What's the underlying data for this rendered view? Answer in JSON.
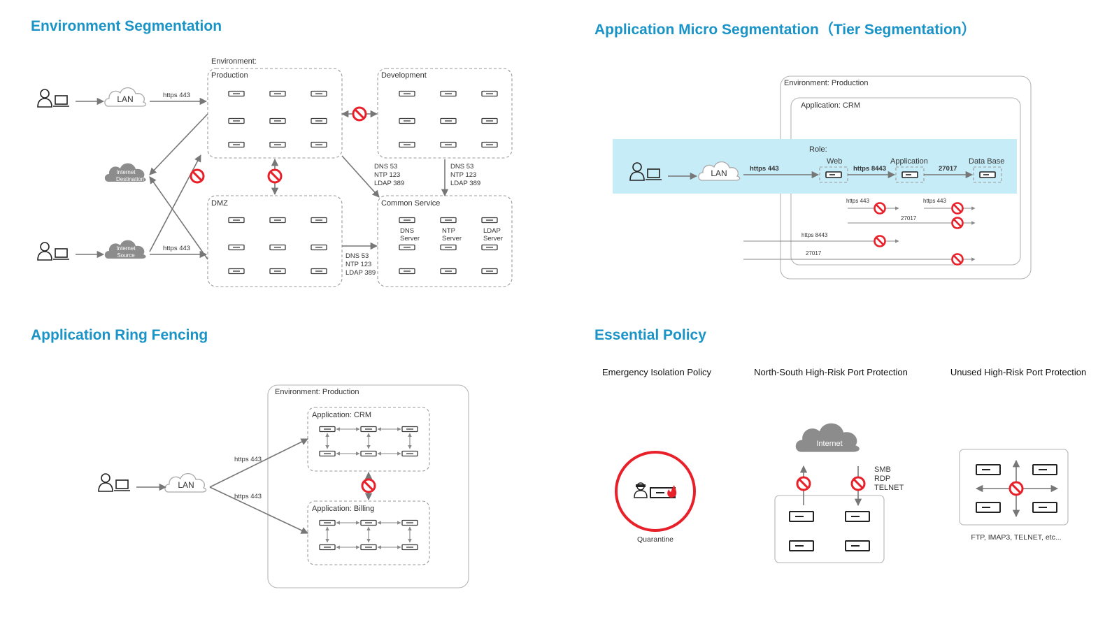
{
  "titles": {
    "env_seg": "Environment Segmentation",
    "micro_seg": "Application Micro Segmentation（Tier Segmentation）",
    "ring_fencing": "Application Ring Fencing",
    "essential_policy": "Essential Policy"
  },
  "env_seg": {
    "environment_label": "Environment:",
    "production": "Production",
    "development": "Development",
    "dmz": "DMZ",
    "common_service": "Common Service",
    "lan": "LAN",
    "internet_destination": [
      "Internet",
      "Destination"
    ],
    "internet_source": [
      "Internet",
      "Source"
    ],
    "https_top": "https 443",
    "https_bottom": "https 443",
    "ports_prod": [
      "DNS 53",
      "NTP 123",
      "LDAP 389"
    ],
    "ports_dev": [
      "DNS 53",
      "NTP 123",
      "LDAP 389"
    ],
    "ports_dmz": [
      "DNS 53",
      "NTP 123",
      "LDAP 389"
    ],
    "dns_server": [
      "DNS",
      "Server"
    ],
    "ntp_server": [
      "NTP",
      "Server"
    ],
    "ldap_server": [
      "LDAP",
      "Server"
    ]
  },
  "micro_seg": {
    "environment": "Environment: Production",
    "application": "Application: CRM",
    "role": "Role:",
    "web": "Web",
    "app": "Application",
    "db": "Data Base",
    "lan": "LAN",
    "https_443": "https 443",
    "https_8443": "https 8443",
    "port_27017": "27017",
    "blocked": [
      {
        "label": "https 443"
      },
      {
        "label": "https 443"
      },
      {
        "label": "27017"
      },
      {
        "label": "https 8443"
      },
      {
        "label": "27017"
      }
    ]
  },
  "ring_fencing": {
    "environment": "Environment: Production",
    "crm": "Application: CRM",
    "billing": "Application: Billing",
    "lan": "LAN",
    "https_a": "https 443",
    "https_b": "https 443"
  },
  "essential": {
    "emergency": "Emergency Isolation Policy",
    "north_south": "North-South High-Risk Port Protection",
    "unused": "Unused High-Risk Port Protection",
    "quarantine": "Quarantine",
    "internet": "Internet",
    "ports": [
      "SMB",
      "RDP",
      "TELNET"
    ],
    "unused_ports": "FTP, IMAP3, TELNET, etc..."
  },
  "colors": {
    "title": "#1a93c6",
    "block": "#e8202a",
    "highlight": "#c6ecf8",
    "cloud_dark": "#8c8c8c",
    "line": "#777777"
  },
  "icons": [
    "user-icon",
    "laptop-icon",
    "cloud-icon",
    "server-icon",
    "block-icon",
    "fire-icon"
  ]
}
